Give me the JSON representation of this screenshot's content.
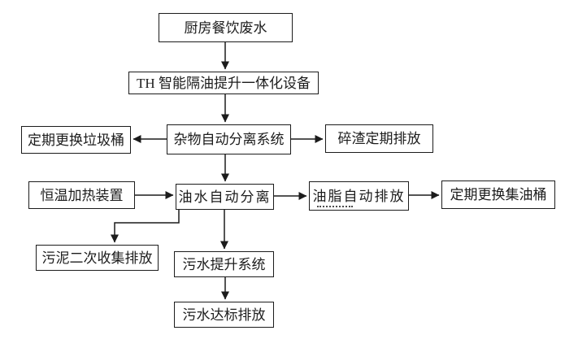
{
  "diagram": {
    "type": "flowchart",
    "background_color": "#ffffff",
    "line_color": "#1c1c1c",
    "box_border_color": "#1c1c1c",
    "text_color": "#1c1c1c",
    "nodes": {
      "kitchen": {
        "label": "厨房餐饮废水"
      },
      "device": {
        "label": "TH 智能隔油提升一体化设备"
      },
      "debris": {
        "label": "杂物自动分离系统"
      },
      "trash": {
        "label": "定期更换垃圾桶"
      },
      "residue": {
        "label": "碎渣定期排放"
      },
      "heater": {
        "label": "恒温加热装置"
      },
      "oilwater": {
        "label": "油水自动分离"
      },
      "grease": {
        "label": "油脂自动排放"
      },
      "oilbarrel": {
        "label": "定期更换集油桶"
      },
      "sludge": {
        "label": "污泥二次收集排放"
      },
      "lift": {
        "label": "污水提升系统"
      },
      "final": {
        "label": "污水达标排放"
      }
    },
    "edges": [
      {
        "from": "kitchen",
        "to": "device",
        "direction": "down"
      },
      {
        "from": "device",
        "to": "debris",
        "direction": "down"
      },
      {
        "from": "debris",
        "to": "trash",
        "direction": "left"
      },
      {
        "from": "debris",
        "to": "residue",
        "direction": "right"
      },
      {
        "from": "debris",
        "to": "oilwater",
        "direction": "down"
      },
      {
        "from": "heater",
        "to": "oilwater",
        "direction": "right"
      },
      {
        "from": "oilwater",
        "to": "grease",
        "direction": "right"
      },
      {
        "from": "grease",
        "to": "oilbarrel",
        "direction": "right"
      },
      {
        "from": "oilwater",
        "to": "sludge",
        "direction": "down-left-elbow"
      },
      {
        "from": "oilwater",
        "to": "lift",
        "direction": "down"
      },
      {
        "from": "lift",
        "to": "final",
        "direction": "down"
      }
    ]
  }
}
